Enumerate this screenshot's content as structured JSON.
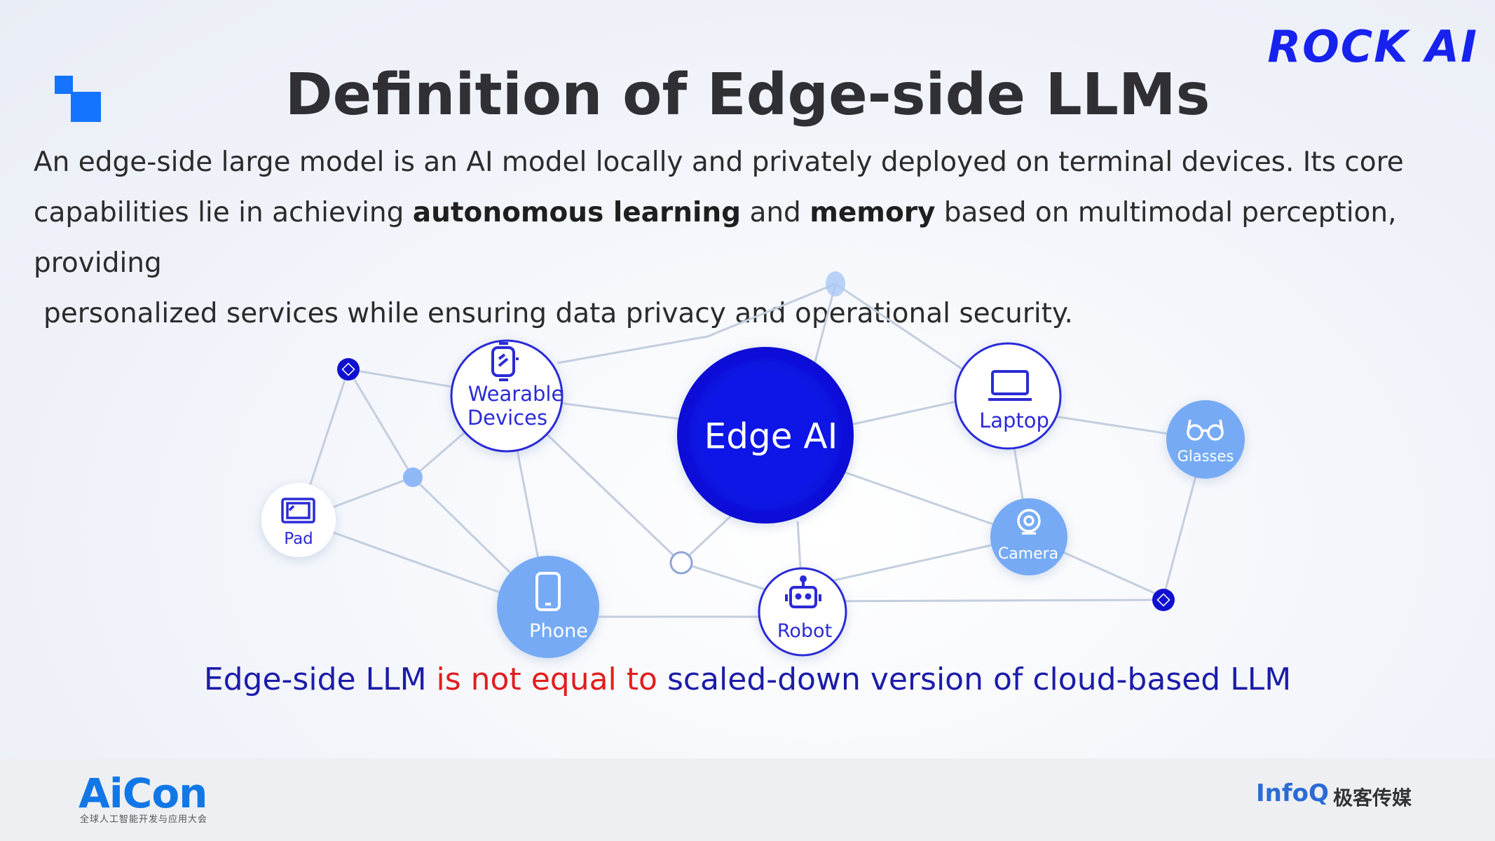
{
  "brand": "ROCK AI",
  "title": "Definition of Edge-side LLMs",
  "intro": {
    "line1": "An edge-side large model is an AI model locally and privately deployed on terminal devices. Its core",
    "line2_a": "capabilities lie in achieving ",
    "line2_b": "autonomous learning",
    "line2_c": " and ",
    "line2_d": "memory",
    "line2_e": " based on multimodal perception, providing",
    "line3": "personalized services while ensuring data privacy and operational security."
  },
  "network": {
    "center": "Edge AI",
    "nodes": {
      "wearable_line1": "Wearable",
      "wearable_line2": "Devices",
      "laptop": "Laptop",
      "glasses": "Glasses",
      "pad": "Pad",
      "phone": "Phone",
      "robot": "Robot",
      "camera": "Camera"
    },
    "colors": {
      "center": "#0a14e6",
      "outline": "#2b2bd6",
      "light": "#76aaf5",
      "edge": "#c3cede"
    }
  },
  "tagline": {
    "part1": "Edge-side LLM ",
    "part2": "is not equal to",
    "part3": " scaled-down version of cloud-based LLM"
  },
  "footer": {
    "aicon": "AiCon",
    "aicon_sub": "全球人工智能开发与应用大会",
    "infoq": "InfoQ",
    "infoq_cn": "极客传媒"
  }
}
